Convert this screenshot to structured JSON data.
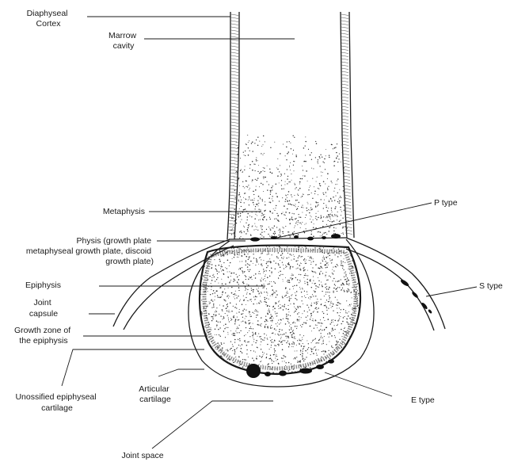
{
  "labels": {
    "diaphyseal_cortex": [
      "Diaphyseal",
      "Cortex"
    ],
    "marrow_cavity": [
      "Marrow",
      "cavity"
    ],
    "metaphysis": [
      "Metaphysis"
    ],
    "physis": [
      "Physis (growth plate",
      "metaphyseal growth plate, discoid",
      "growth plate)"
    ],
    "epiphysis": [
      "Epiphysis"
    ],
    "joint_capsule": [
      "Joint",
      "capsule"
    ],
    "growth_zone": [
      "Growth zone of",
      "the epiphysis"
    ],
    "unossified_cartilage": [
      "Unossified epiphyseal",
      "cartilage"
    ],
    "articular_cartilage": [
      "Articular",
      "cartilage"
    ],
    "joint_space": [
      "Joint space"
    ],
    "p_type": [
      "P type"
    ],
    "s_type": [
      "S type"
    ],
    "e_type": [
      "E type"
    ]
  },
  "colors": {
    "line": "#1a1a1a",
    "stipple": "#333333",
    "lesion": "#111111",
    "background": "#ffffff"
  }
}
